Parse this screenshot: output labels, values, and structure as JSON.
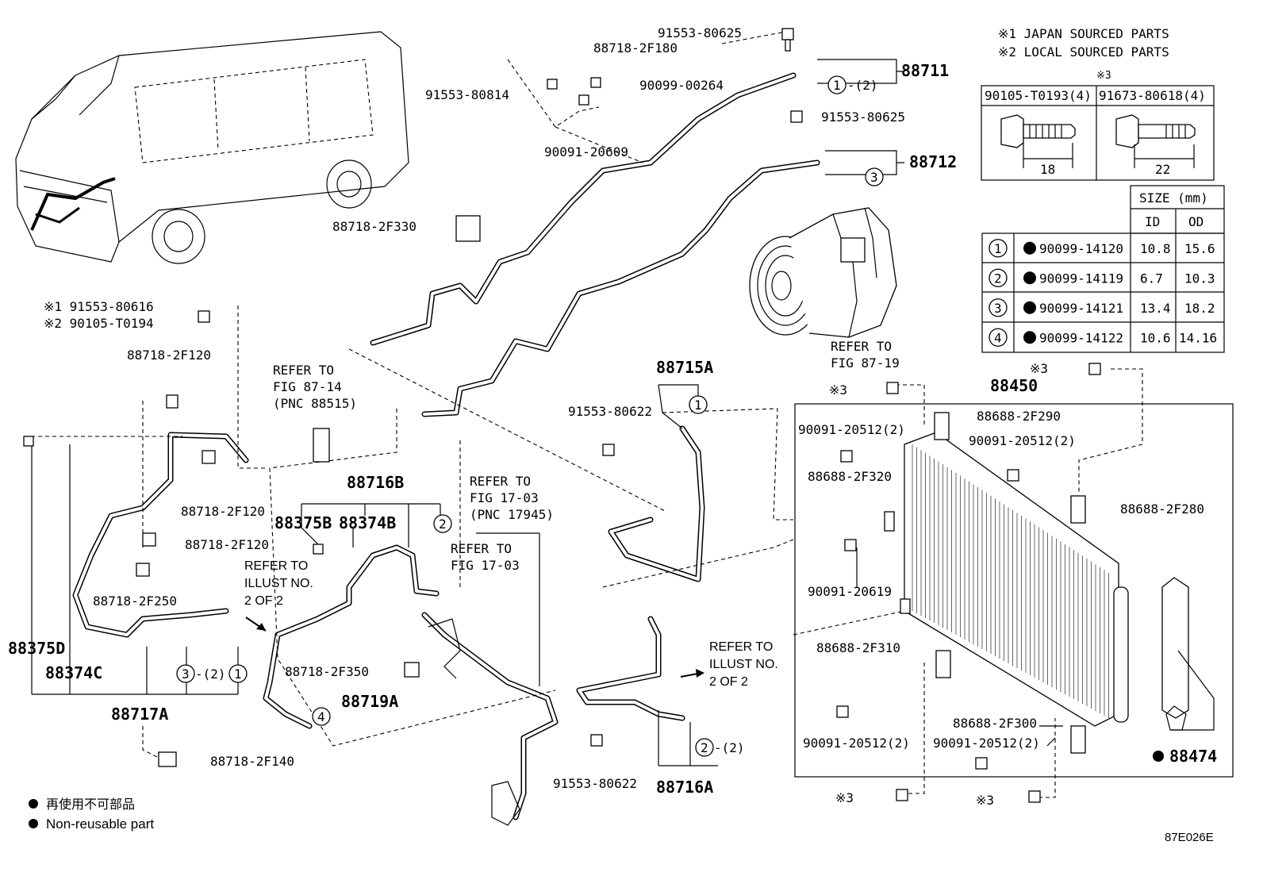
{
  "notes": {
    "japan": "※1 JAPAN SOURCED PARTS",
    "local": "※2 LOCAL SOURCED PARTS",
    "mark3": "※3"
  },
  "bolt_table": {
    "bolt1": "90105-T0193(4)",
    "bolt2": "91673-80618(4)",
    "len1": "18",
    "len2": "22"
  },
  "size_table": {
    "header": "SIZE (mm)",
    "col_id": "ID",
    "col_od": "OD",
    "rows": [
      {
        "no": "1",
        "part": "90099-14120",
        "id": "10.8",
        "od": "15.6"
      },
      {
        "no": "2",
        "part": "90099-14119",
        "id": "6.7",
        "od": "10.3"
      },
      {
        "no": "3",
        "part": "90099-14121",
        "id": "13.4",
        "od": "18.2"
      },
      {
        "no": "4",
        "part": "90099-14122",
        "id": "10.6",
        "od": "14.16"
      }
    ]
  },
  "labels": {
    "p91553_80625a": "91553-80625",
    "p88718_2F180": "88718-2F180",
    "p88711": "88711",
    "p91553_80814": "91553-80814",
    "p90099_00264": "90099-00264",
    "p91553_80625b": "91553-80625",
    "p88712": "88712",
    "p90091_20609": "90091-20609",
    "p88718_2F330": "88718-2F330",
    "p91553_80616": "※1 91553-80616",
    "p90105_T0194": "※2 90105-T0194",
    "p88718_2F120a": "88718-2F120",
    "p88718_2F120b": "88718-2F120",
    "p88718_2F120c": "88718-2F120",
    "p88718_2F250": "88718-2F250",
    "p88375D": "88375D",
    "p88374C": "88374C",
    "p88717A": "88717A",
    "p88718_2F140": "88718-2F140",
    "p88716B": "88716B",
    "p88375B": "88375B",
    "p88374B": "88374B",
    "p88718_2F350": "88718-2F350",
    "p88719A": "88719A",
    "p88715A": "88715A",
    "p91553_80622a": "91553-80622",
    "p91553_80622b": "91553-80622",
    "p88716A": "88716A",
    "p88450": "88450",
    "p88688_2F290": "88688-2F290",
    "p90091_20512a": "90091-20512(2)",
    "p90091_20512b": "90091-20512(2)",
    "p90091_20512c": "90091-20512(2)",
    "p90091_20512d": "90091-20512(2)",
    "p88688_2F320": "88688-2F320",
    "p88688_2F280": "88688-2F280",
    "p90091_20619": "90091-20619",
    "p88688_2F310": "88688-2F310",
    "p88688_2F300": "88688-2F300",
    "p88474": "88474",
    "mark3a": "※3",
    "mark3b": "※3",
    "mark3c": "※3",
    "mark3d": "※3",
    "qty2a": "-(2)",
    "qty2b": "-(2)",
    "qty2c": "-(2)"
  },
  "refs": {
    "fig87_14_a": "REFER TO",
    "fig87_14_b": "FIG 87-14",
    "fig87_14_c": "(PNC 88515)",
    "fig17_03_a": "REFER TO",
    "fig17_03_b": "FIG 17-03",
    "fig17_03_c": "(PNC 17945)",
    "fig17_03b_a": "REFER TO",
    "fig17_03b_b": "FIG 17-03",
    "fig87_19_a": "REFER TO",
    "fig87_19_b": "FIG 87-19",
    "illust1_a": "REFER TO",
    "illust1_b": "ILLUST NO.",
    "illust1_c": "2 OF 2",
    "illust2_a": "REFER TO",
    "illust2_b": "ILLUST NO.",
    "illust2_c": "2 OF 2"
  },
  "legend": {
    "jp": "再使用不可部品",
    "en": "Non-reusable part"
  },
  "figure_id": "87E026E"
}
